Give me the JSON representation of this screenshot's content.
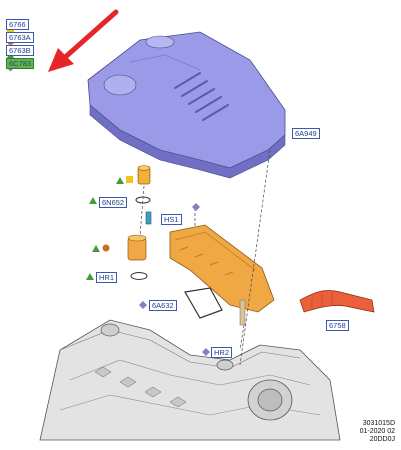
{
  "legend": [
    {
      "code": "6766",
      "symbol": "square",
      "color": "#f0c419"
    },
    {
      "code": "6763A",
      "symbol": "circle",
      "color": "#c7702a"
    },
    {
      "code": "6763B",
      "symbol": "triangle",
      "color": "#3f9e3a"
    },
    {
      "code": "6C783",
      "symbol": "diamond",
      "color": "#8f7ac2",
      "highlighted": true
    }
  ],
  "callouts": [
    {
      "code": "6A949"
    },
    {
      "code": "6N652"
    },
    {
      "code": "HS1"
    },
    {
      "code": "HR1"
    },
    {
      "code": "6A632"
    },
    {
      "code": "6758"
    },
    {
      "code": "HR2"
    }
  ],
  "footer": {
    "line1": "3031015D",
    "line2": "01-2020 02",
    "line3": "20DD0J"
  },
  "colors": {
    "cover": "#9a9ae8",
    "cover_shadow": "#6f6fc4",
    "orange_part": "#f0a844",
    "hose": "#e9603a",
    "arrow": "#e5252a",
    "callout_text": "#1f3f95",
    "engine": "#d9d9d9"
  }
}
